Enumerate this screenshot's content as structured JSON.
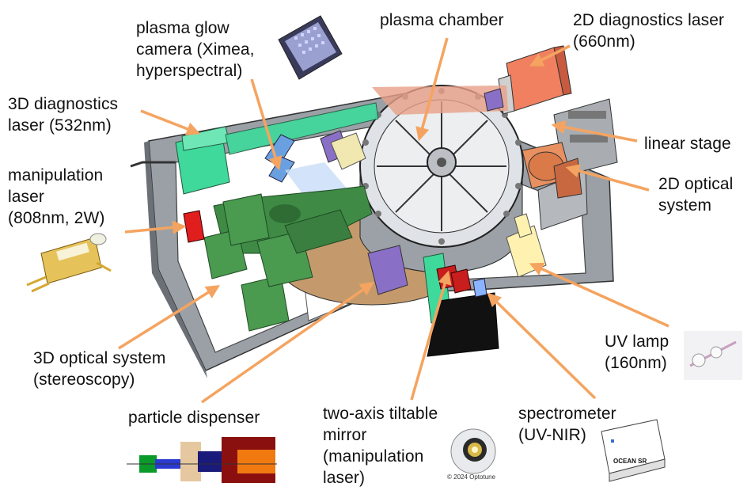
{
  "labels": {
    "plasma_chamber": "plasma chamber",
    "plasma_glow_camera": "plasma glow\ncamera (Ximea,\nhyperspectral)",
    "laser_2d": "2D diagnostics laser\n(660nm)",
    "laser_3d": "3D diagnostics\nlaser (532nm)",
    "linear_stage": "linear stage",
    "optical_2d": "2D optical\nsystem",
    "manipulation_laser": "manipulation\nlaser\n(808nm, 2W)",
    "optical_3d": "3D optical system\n(stereoscopy)",
    "uv_lamp": "UV lamp\n(160nm)",
    "particle_dispenser": "particle dispenser",
    "tiltable_mirror": "two-axis tiltable\nmirror\n(manipulation\nlaser)",
    "spectrometer": "spectrometer\n(UV-NIR)"
  },
  "credits": {
    "optotune": "© 2024 Optotune"
  },
  "colors": {
    "arrow": "#f4a460",
    "frame": "#8a8f96",
    "chamber": "#dfe2e6",
    "green_optics": "#3f8b45",
    "laser_green": "#3fd99b",
    "laser_red": "#f08060",
    "optical_2d": "#e89060",
    "purple_parts": "#8a6fc7",
    "uv_lamp": "#fff2b0"
  },
  "icons": [
    "sensor-chip-icon",
    "laser-diode-icon",
    "uv-lamp-photo-icon",
    "mirror-mount-icon",
    "spectrometer-box-icon",
    "dispenser-section-icon"
  ]
}
